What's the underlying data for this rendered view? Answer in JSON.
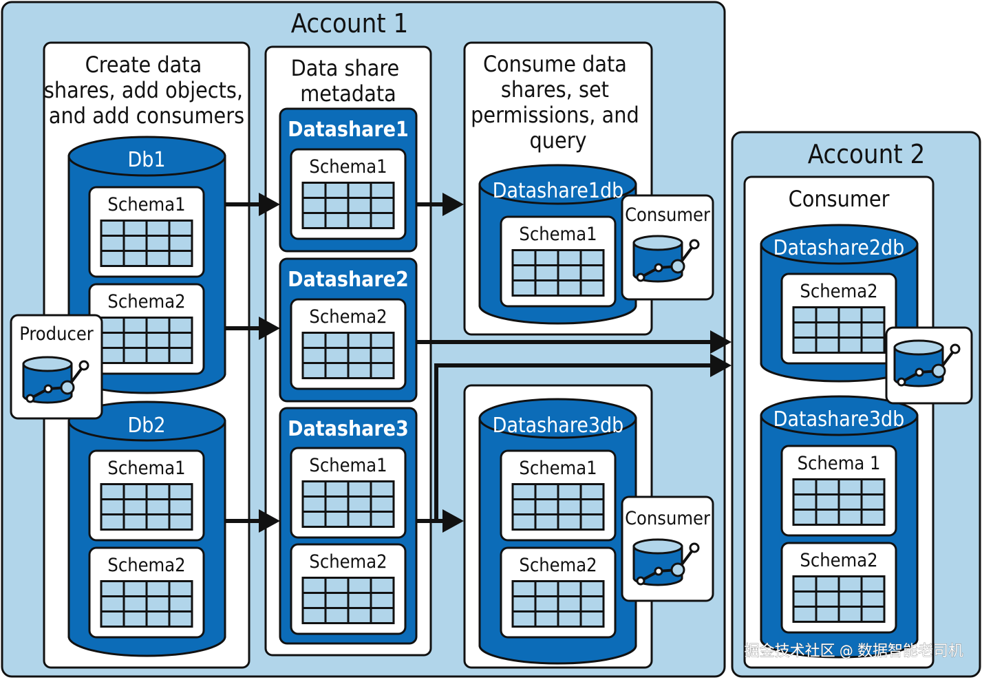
{
  "colors": {
    "account_fill": "#b1d5ea",
    "primary_blue": "#0c6cb8",
    "light_blue": "#b1d5ea",
    "panel_fill": "#ffffff",
    "stroke": "#111111"
  },
  "account1": {
    "title": "Account 1",
    "producer_label": "Producer",
    "create_panel": {
      "title_lines": [
        "Create data",
        "shares, add objects,",
        "and add consumers"
      ],
      "db1": {
        "label": "Db1",
        "schemas": [
          "Schema1",
          "Schema2"
        ]
      },
      "db2": {
        "label": "Db2",
        "schemas": [
          "Schema1",
          "Schema2"
        ]
      }
    },
    "metadata_panel": {
      "title_lines": [
        "Data share",
        "metadata"
      ],
      "datashare1": {
        "label": "Datashare1",
        "schemas": [
          "Schema1"
        ]
      },
      "datashare2": {
        "label": "Datashare2",
        "schemas": [
          "Schema2"
        ]
      },
      "datashare3": {
        "label": "Datashare3",
        "schemas": [
          "Schema1",
          "Schema2"
        ]
      }
    },
    "consume_panel": {
      "title_lines": [
        "Consume data",
        "shares, set",
        "permissions, and",
        "query"
      ],
      "db": {
        "label": "Datashare1db",
        "schemas": [
          "Schema1"
        ]
      },
      "consumer_label": "Consumer"
    },
    "consume_panel_2": {
      "db": {
        "label": "Datashare3db",
        "schemas": [
          "Schema1",
          "Schema2"
        ]
      },
      "consumer_label": "Consumer"
    }
  },
  "account2": {
    "title": "Account 2",
    "consumer_panel": {
      "title": "Consumer",
      "db_a": {
        "label": "Datashare2db",
        "schemas": [
          "Schema2"
        ]
      },
      "db_b": {
        "label": "Datashare3db",
        "schemas": [
          "Schema 1",
          "Schema2"
        ]
      }
    }
  },
  "watermark": "掘金技术社区 @ 数据智能老司机",
  "icons": [
    "database-analytics-icon",
    "table-grid-icon",
    "arrow-right-icon"
  ]
}
